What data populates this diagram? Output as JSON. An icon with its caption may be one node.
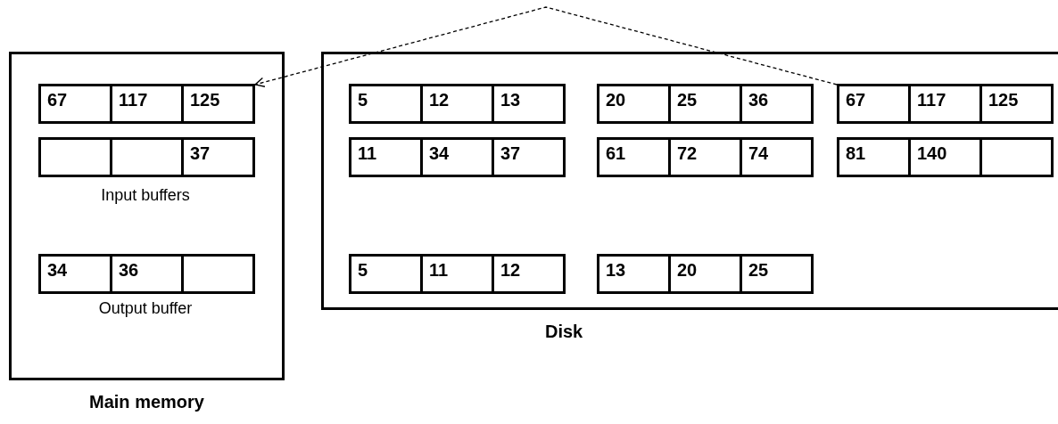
{
  "diagram": {
    "nodes": [
      {
        "text": [
          "Main memory"
        ]
      },
      {
        "text": [
          "67"
        ],
        "in": 0
      },
      {
        "text": [
          "117"
        ],
        "in": 0
      },
      {
        "text": [
          "125"
        ],
        "in": 0
      },
      {
        "text": [],
        "shape": "box",
        "in": 0
      },
      {
        "text": [],
        "shape": "box",
        "in": 0
      },
      {
        "text": [
          "37"
        ],
        "in": 0
      },
      {
        "text": [
          "34"
        ],
        "in": 0
      },
      {
        "text": [
          "36"
        ],
        "in": 0
      },
      {
        "text": [],
        "shape": "box",
        "in": 0
      },
      {
        "text": [
          "Disk"
        ]
      },
      {
        "text": [
          "5"
        ],
        "in": 10
      },
      {
        "text": [
          "12"
        ],
        "in": 10
      },
      {
        "text": [
          "13"
        ],
        "in": 10
      },
      {
        "text": [
          "20"
        ],
        "in": 10
      },
      {
        "text": [
          "25"
        ],
        "in": 10
      },
      {
        "text": [
          "36"
        ],
        "in": 10
      },
      {
        "text": [
          "67"
        ],
        "in": 10
      },
      {
        "text": [
          "117"
        ],
        "in": 10
      },
      {
        "text": [
          "125"
        ],
        "in": 10
      },
      {
        "text": [
          "11"
        ],
        "in": 10
      },
      {
        "text": [
          "34"
        ],
        "in": 10
      },
      {
        "text": [
          "37"
        ],
        "in": 10
      },
      {
        "text": [
          "61"
        ],
        "in": 10
      },
      {
        "text": [
          "72"
        ],
        "in": 10
      },
      {
        "text": [
          "74"
        ],
        "in": 10
      },
      {
        "text": [
          "81"
        ],
        "in": 10
      },
      {
        "text": [
          "140"
        ],
        "in": 10
      },
      {
        "text": [],
        "shape": "box",
        "in": 10
      },
      {
        "text": [
          "5"
        ],
        "in": 10
      },
      {
        "text": [
          "11"
        ],
        "in": 10
      },
      {
        "text": [
          "12"
        ],
        "in": 10
      },
      {
        "text": [
          "13"
        ],
        "in": 10
      },
      {
        "text": [
          "20"
        ],
        "in": 10
      },
      {
        "text": [
          "25"
        ],
        "in": 10
      }
    ],
    "edges": [
      {
        "from": 17,
        "to": 3,
        "arrow": "to",
        "style": "dashed"
      }
    ],
    "labels": [
      "Input buffers",
      "Output buffer"
    ]
  }
}
